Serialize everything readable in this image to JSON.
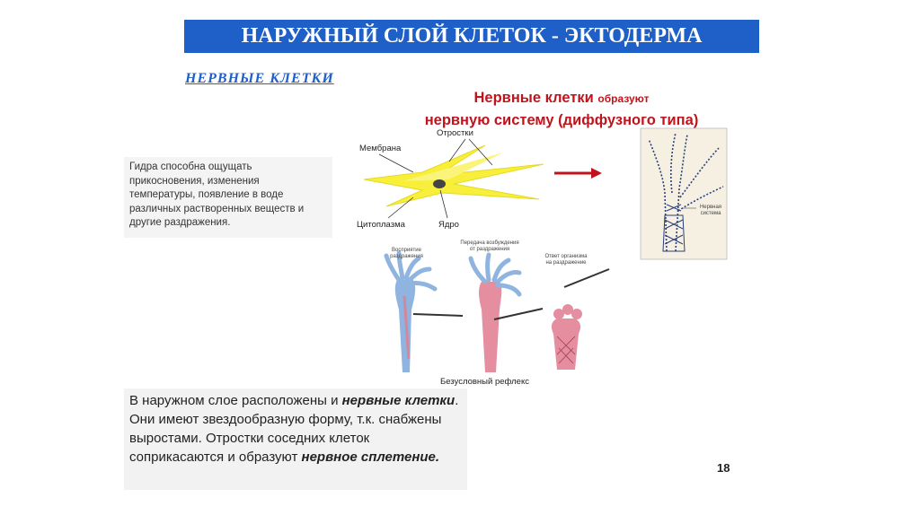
{
  "title": "НАРУЖНЫЙ СЛОЙ КЛЕТОК - ЭКТОДЕРМА",
  "subtitle": "НЕРВНЫЕ КЛЕТКИ",
  "headline": {
    "part1": "Нервные клетки",
    "part1_small": "образуют",
    "part2": "нервную систему (диффузного типа)"
  },
  "description": "Гидра способна ощущать прикосновения, изменения температуры, появление в воде различных растворенных веществ и другие раздражения.",
  "neuron_labels": {
    "processes": "Отростки",
    "membrane": "Мембрана",
    "cytoplasm": "Цитоплазма",
    "nucleus": "Ядро"
  },
  "nerve_net_label": "Нервная система",
  "hydra_labels": {
    "perception": "Восприятие раздражения",
    "transmission": "Передача возбуждения от раздражения",
    "response": "Ответ организма на раздражение",
    "reflex": "Безусловный рефлекс"
  },
  "main_text": {
    "t1": "В наружном слое расположены и ",
    "b1": "нервные клетки",
    "t2": ". Они имеют звездообразную форму, т.к. снабжены выростами. Отростки соседних клеток соприкасаются и образуют ",
    "b2": "нервное сплетение.",
    "t3": ""
  },
  "page_number": "18",
  "colors": {
    "title_bg": "#1f5fc8",
    "accent_red": "#c0141c",
    "neuron_fill": "#f7ef3a",
    "hydra_blue": "#8fb4df",
    "hydra_pink": "#e58ea0"
  }
}
